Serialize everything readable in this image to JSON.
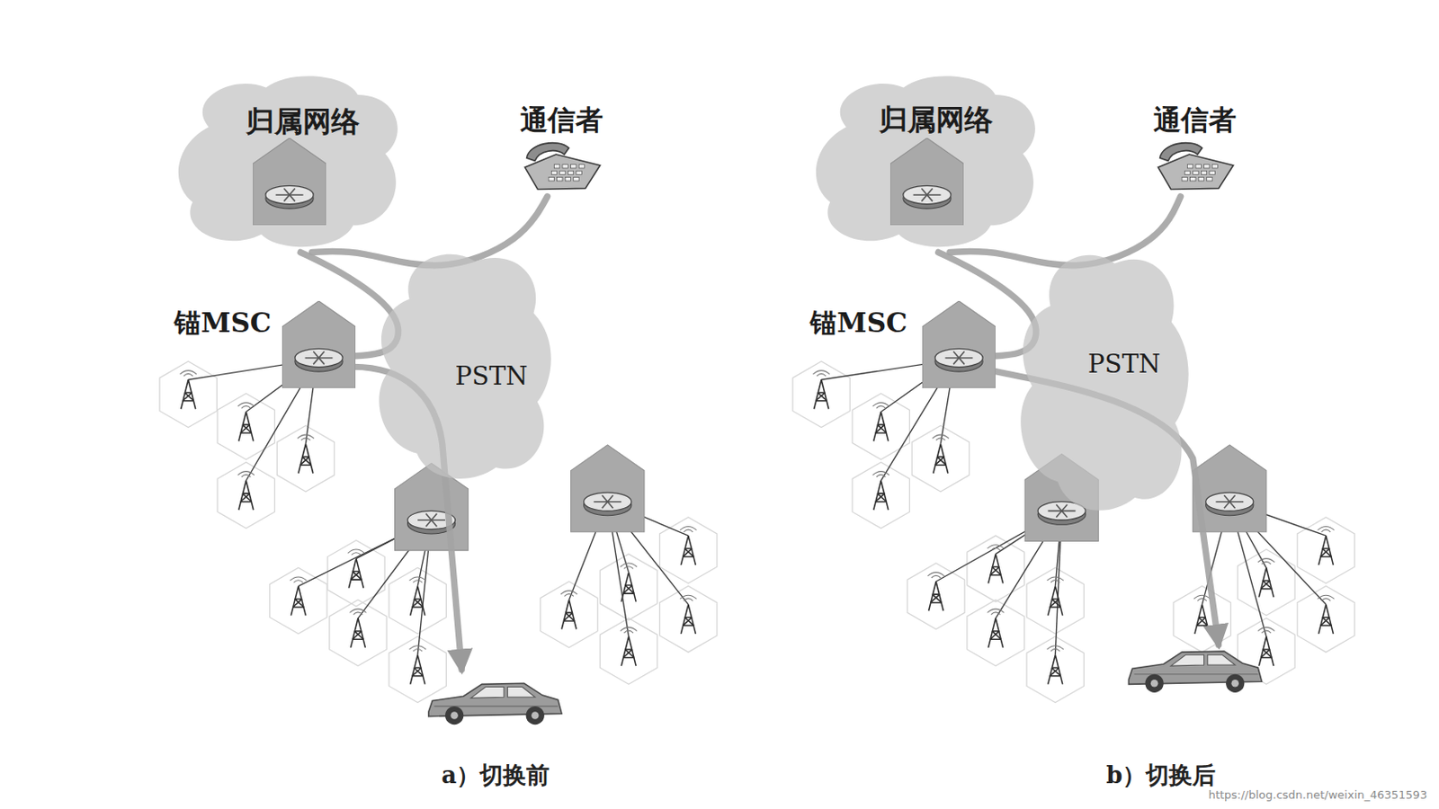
{
  "diagram": {
    "nodes": [
      {
        "text": [
          "归属网络"
        ]
      },
      {
        "text": [
          "通信者"
        ]
      },
      {
        "text": [
          "锚MSC"
        ]
      },
      {
        "text": [
          "PSTN"
        ]
      },
      {
        "text": [
          "归属网络"
        ]
      },
      {
        "text": [
          "通信者"
        ]
      },
      {
        "text": [
          "锚MSC"
        ]
      },
      {
        "text": [
          "PSTN"
        ]
      }
    ],
    "edges": [
      {
        "from": 1,
        "to": 0,
        "arrow": "none"
      },
      {
        "from": 0,
        "to": 2,
        "arrow": "none"
      },
      {
        "from": 5,
        "to": 4,
        "arrow": "none"
      },
      {
        "from": 4,
        "to": 6,
        "arrow": "none"
      }
    ],
    "labels": [
      "a）切换前",
      "b）切换后",
      "https://blog.csdn.net/weixin_46351593"
    ]
  }
}
